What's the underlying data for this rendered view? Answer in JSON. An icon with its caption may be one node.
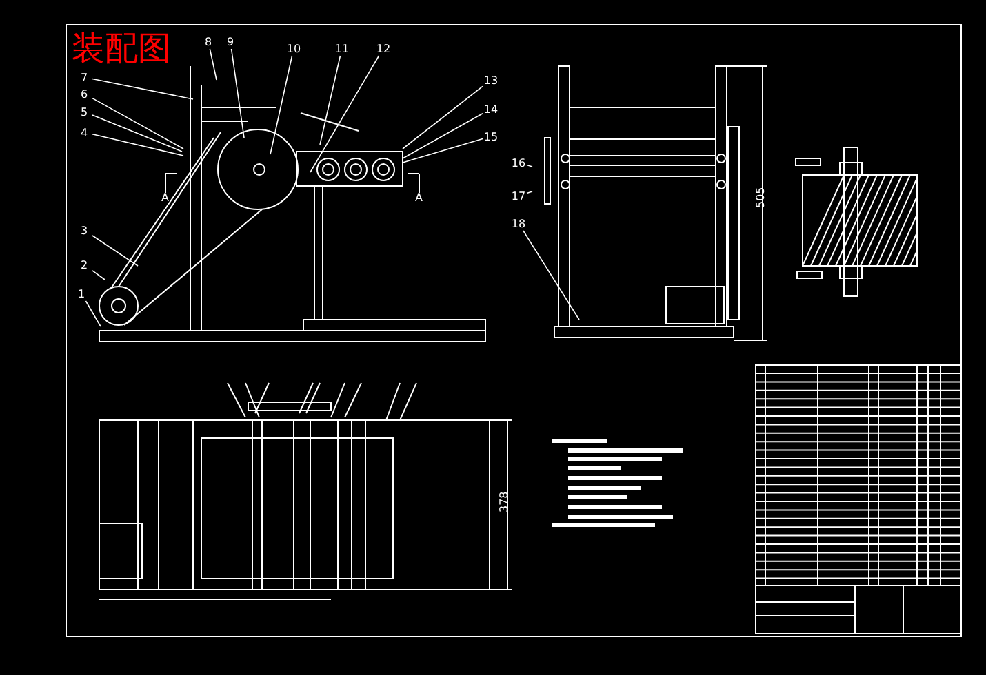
{
  "diagram": {
    "title": "装配图",
    "nodes": [
      {
        "text": [
          "1"
        ]
      },
      {
        "text": [
          "2"
        ]
      },
      {
        "text": [
          "3"
        ]
      },
      {
        "text": [
          "4"
        ]
      },
      {
        "text": [
          "5"
        ]
      },
      {
        "text": [
          "6"
        ]
      },
      {
        "text": [
          "7"
        ]
      },
      {
        "text": [
          "8"
        ]
      },
      {
        "text": [
          "9"
        ]
      },
      {
        "text": [
          "10"
        ]
      },
      {
        "text": [
          "11"
        ]
      },
      {
        "text": [
          "12"
        ]
      },
      {
        "text": [
          "13"
        ]
      },
      {
        "text": [
          "14"
        ]
      },
      {
        "text": [
          "15"
        ]
      },
      {
        "text": [
          "16"
        ]
      },
      {
        "text": [
          "17"
        ]
      },
      {
        "text": [
          "18"
        ]
      }
    ],
    "edges": [
      {
        "from": 0,
        "to": null,
        "arrow": "none"
      },
      {
        "from": 1,
        "to": null,
        "arrow": "none"
      },
      {
        "from": 2,
        "to": null,
        "arrow": "none"
      },
      {
        "from": 3,
        "to": null,
        "arrow": "none"
      },
      {
        "from": 4,
        "to": null,
        "arrow": "none"
      },
      {
        "from": 5,
        "to": null,
        "arrow": "none"
      },
      {
        "from": 6,
        "to": null,
        "arrow": "none"
      },
      {
        "from": 7,
        "to": null,
        "arrow": "none"
      },
      {
        "from": 8,
        "to": null,
        "arrow": "none"
      },
      {
        "from": 9,
        "to": null,
        "arrow": "none"
      },
      {
        "from": 10,
        "to": null,
        "arrow": "none"
      },
      {
        "from": 11,
        "to": null,
        "arrow": "none"
      },
      {
        "from": 12,
        "to": null,
        "arrow": "none"
      },
      {
        "from": 13,
        "to": null,
        "arrow": "none"
      },
      {
        "from": 14,
        "to": null,
        "arrow": "none"
      },
      {
        "from": 15,
        "to": null,
        "arrow": "none"
      },
      {
        "from": 16,
        "to": null,
        "arrow": "none"
      },
      {
        "from": 17,
        "to": null,
        "arrow": "none"
      }
    ],
    "labels": [
      "A",
      "A",
      "505",
      "378"
    ]
  }
}
